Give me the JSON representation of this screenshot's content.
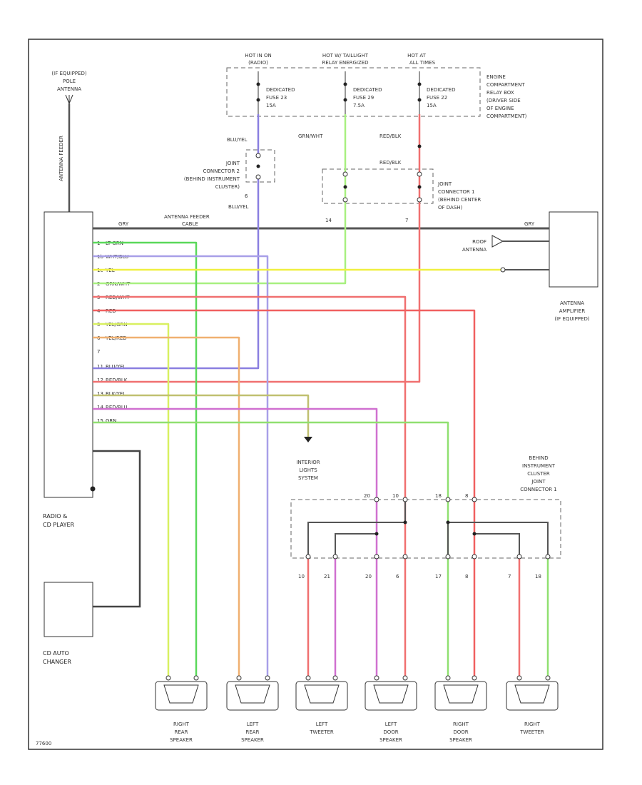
{
  "title_id": "77600",
  "fuses": {
    "f1_hot": "HOT IN ON",
    "f1_sub": "(RADIO)",
    "f1_name": "DEDICATED",
    "f1_num": "FUSE 23",
    "f1_amp": "15A",
    "f2_hot": "HOT W/ TAILLIGHT",
    "f2_sub": "RELAY ENERGIZED",
    "f2_name": "DEDICATED",
    "f2_num": "FUSE 29",
    "f2_amp": "7.5A",
    "f3_hot": "HOT AT",
    "f3_sub": "ALL TIMES",
    "f3_name": "DEDICATED",
    "f3_num": "FUSE 22",
    "f3_amp": "15A",
    "relay_box": [
      "ENGINE",
      "COMPARTMENT",
      "RELAY BOX",
      "(DRIVER SIDE",
      "OF ENGINE",
      "COMPARTMENT)"
    ]
  },
  "labels": {
    "pole_antenna": [
      "(IF EQUIPPED)",
      "POLE",
      "ANTENNA"
    ],
    "antenna_feeder_vert": "ANTENNA FEEDER",
    "feeder_h1": "ANTENNA FEEDER",
    "feeder_h2": "CABLE",
    "joint2": [
      "JOINT",
      "CONNECTOR 2",
      "(BEHIND INSTRUMENT",
      "CLUSTER)"
    ],
    "joint1": [
      "JOINT",
      "CONNECTOR 1",
      "(BEHIND CENTER",
      "OF DASH)"
    ],
    "roof_antenna": [
      "ROOF",
      "ANTENNA"
    ],
    "antenna_amp": [
      "ANTENNA",
      "AMPLIFIER",
      "(IF EQUIPPED)"
    ],
    "radio": [
      "RADIO &",
      "CD PLAYER"
    ],
    "cd_changer": [
      "CD AUTO",
      "CHANGER"
    ],
    "interior_lights": [
      "INTERIOR",
      "LIGHTS",
      "SYSTEM"
    ],
    "joint_behind": [
      "BEHIND",
      "INSTRUMENT",
      "CLUSTER",
      "JOINT",
      "CONNECTOR 1"
    ],
    "blu_yel_1": "BLU/YEL",
    "blu_yel_2": "BLU/YEL",
    "grn_wht": "GRN/WHT",
    "red_blk_1": "RED/BLK",
    "red_blk_2": "RED/BLK",
    "yel": "YEL",
    "gry": "GRY",
    "pin_14": "14",
    "pin_7": "7",
    "pin_2": "2",
    "pin_6": "6"
  },
  "radio_wires": [
    {
      "pin": "1",
      "color": "LT GRN"
    },
    {
      "pin": "1b",
      "color": "WHT/BLU"
    },
    {
      "pin": "1c",
      "color": "YEL"
    },
    {
      "pin": "2",
      "color": "GRN/WHT"
    },
    {
      "pin": "3",
      "color": "RED/WHT"
    },
    {
      "pin": "4",
      "color": "RED"
    },
    {
      "pin": "5",
      "color": "YEL/GRN"
    },
    {
      "pin": "6",
      "color": "YEL/RED"
    },
    {
      "pin": "7",
      "color": ""
    },
    {
      "pin": "11",
      "color": "BLU/YEL"
    },
    {
      "pin": "12",
      "color": "RED/BLK"
    },
    {
      "pin": "13",
      "color": "BLK/YEL"
    },
    {
      "pin": "14",
      "color": "RED/BLU"
    },
    {
      "pin": "15",
      "color": "GRN"
    }
  ],
  "joint_pins_top": [
    "20",
    "10",
    "",
    "18",
    "8"
  ],
  "joint_pins_bottom": [
    "10",
    "21",
    "20",
    "6",
    "17",
    "8",
    "7",
    "18"
  ],
  "speakers": [
    {
      "line1": "RIGHT",
      "line2": "REAR",
      "line3": "SPEAKER"
    },
    {
      "line1": "LEFT",
      "line2": "REAR",
      "line3": "SPEAKER"
    },
    {
      "line1": "LEFT",
      "line2": "TWEETER",
      "line3": ""
    },
    {
      "line1": "LEFT",
      "line2": "DOOR",
      "line3": "SPEAKER"
    },
    {
      "line1": "RIGHT",
      "line2": "DOOR",
      "line3": "SPEAKER"
    },
    {
      "line1": "RIGHT",
      "line2": "TWEETER",
      "line3": ""
    }
  ],
  "colors": {
    "gray": "#555555",
    "green": "#7fe06a",
    "purple": "#8a7fe0",
    "yellow": "#f0f040",
    "red": "#f07070",
    "orange": "#f0b070",
    "magenta": "#d070d0",
    "darkgreen": "#5ac85a",
    "olive": "#c0c070"
  }
}
